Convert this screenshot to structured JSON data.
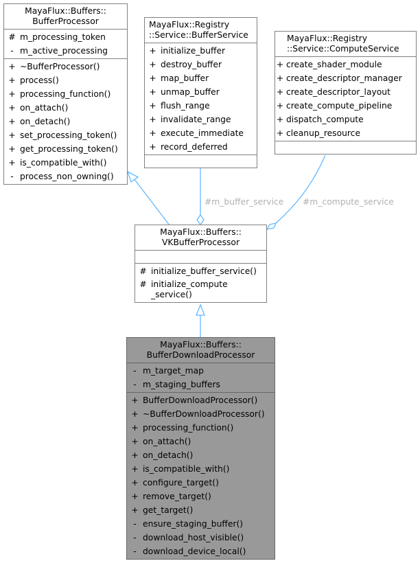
{
  "diagram": {
    "colors": {
      "edge": "#63b8ff",
      "box_border": "#808080",
      "focus_fill": "#999999",
      "edge_label": "#b0b0b0"
    },
    "classes": {
      "buffer_processor": {
        "title_line1": "MayaFlux::Buffers::",
        "title_line2": "BufferProcessor",
        "attributes": [
          {
            "vis": "#",
            "name": "m_processing_token"
          },
          {
            "vis": "-",
            "name": "m_active_processing"
          }
        ],
        "methods": [
          {
            "vis": "+",
            "name": "~BufferProcessor()"
          },
          {
            "vis": "+",
            "name": "process()"
          },
          {
            "vis": "+",
            "name": "processing_function()"
          },
          {
            "vis": "+",
            "name": "on_attach()"
          },
          {
            "vis": "+",
            "name": "on_detach()"
          },
          {
            "vis": "+",
            "name": "set_processing_token()"
          },
          {
            "vis": "+",
            "name": "get_processing_token()"
          },
          {
            "vis": "+",
            "name": "is_compatible_with()"
          },
          {
            "vis": "-",
            "name": "process_non_owning()"
          }
        ]
      },
      "buffer_service": {
        "title_line1": "MayaFlux::Registry",
        "title_line2": "::Service::BufferService",
        "attributes": [
          {
            "vis": "+",
            "name": "initialize_buffer"
          },
          {
            "vis": "+",
            "name": "destroy_buffer"
          },
          {
            "vis": "+",
            "name": "map_buffer"
          },
          {
            "vis": "+",
            "name": "unmap_buffer"
          },
          {
            "vis": "+",
            "name": "flush_range"
          },
          {
            "vis": "+",
            "name": "invalidate_range"
          },
          {
            "vis": "+",
            "name": "execute_immediate"
          },
          {
            "vis": "+",
            "name": "record_deferred"
          }
        ],
        "methods": []
      },
      "compute_service": {
        "title_line1": "MayaFlux::Registry",
        "title_line2": "::Service::ComputeService",
        "attributes": [
          {
            "vis": "+",
            "name": "create_shader_module"
          },
          {
            "vis": "+",
            "name": "create_descriptor_manager"
          },
          {
            "vis": "+",
            "name": "create_descriptor_layout"
          },
          {
            "vis": "+",
            "name": "create_compute_pipeline"
          },
          {
            "vis": "+",
            "name": "dispatch_compute"
          },
          {
            "vis": "+",
            "name": "cleanup_resource"
          }
        ],
        "methods": []
      },
      "vk_buffer_processor": {
        "title_line1": "MayaFlux::Buffers::",
        "title_line2": "VKBufferProcessor",
        "attributes": [],
        "methods": [
          {
            "vis": "#",
            "name": "initialize_buffer_service()"
          },
          {
            "vis": "#",
            "name": "initialize_compute\n_service()"
          }
        ]
      },
      "buffer_download_processor": {
        "title_line1": "MayaFlux::Buffers::",
        "title_line2": "BufferDownloadProcessor",
        "attributes": [
          {
            "vis": "-",
            "name": "m_target_map"
          },
          {
            "vis": "-",
            "name": "m_staging_buffers"
          }
        ],
        "methods": [
          {
            "vis": "+",
            "name": "BufferDownloadProcessor()"
          },
          {
            "vis": "+",
            "name": "~BufferDownloadProcessor()"
          },
          {
            "vis": "+",
            "name": "processing_function()"
          },
          {
            "vis": "+",
            "name": "on_attach()"
          },
          {
            "vis": "+",
            "name": "on_detach()"
          },
          {
            "vis": "+",
            "name": "is_compatible_with()"
          },
          {
            "vis": "+",
            "name": "configure_target()"
          },
          {
            "vis": "+",
            "name": "remove_target()"
          },
          {
            "vis": "+",
            "name": "get_target()"
          },
          {
            "vis": "-",
            "name": "ensure_staging_buffer()"
          },
          {
            "vis": "-",
            "name": "download_host_visible()"
          },
          {
            "vis": "-",
            "name": "download_device_local()"
          }
        ]
      }
    },
    "edges": [
      {
        "type": "inheritance",
        "from": "vk_buffer_processor",
        "to": "buffer_processor",
        "label": ""
      },
      {
        "type": "aggregation",
        "from": "buffer_service",
        "to": "vk_buffer_processor",
        "label": "#m_buffer_service"
      },
      {
        "type": "aggregation",
        "from": "compute_service",
        "to": "vk_buffer_processor",
        "label": "#m_compute_service"
      },
      {
        "type": "inheritance",
        "from": "buffer_download_processor",
        "to": "vk_buffer_processor",
        "label": ""
      }
    ]
  }
}
